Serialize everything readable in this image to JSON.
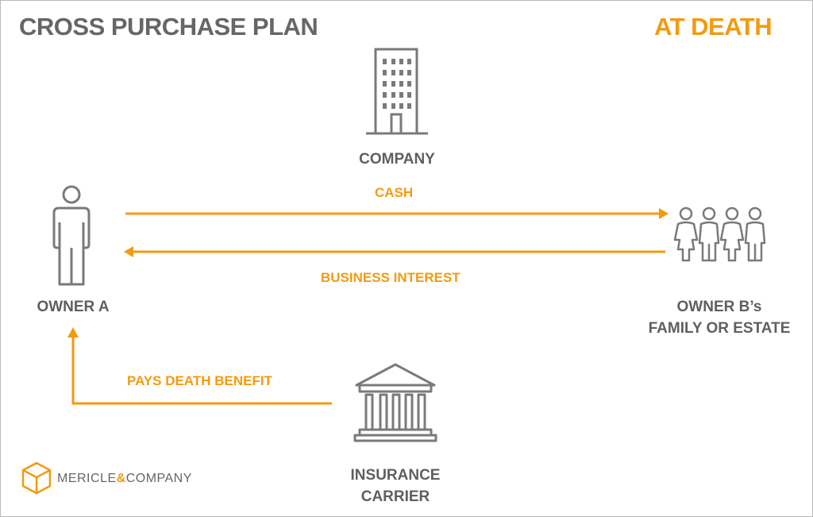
{
  "header": {
    "title": "CROSS PURCHASE PLAN",
    "subtitle": "AT DEATH"
  },
  "nodes": {
    "company": {
      "label": "COMPANY",
      "icon": "building-icon"
    },
    "owner_a": {
      "label": "OWNER A",
      "icon": "person-icon"
    },
    "owner_b_line1": "OWNER B’s",
    "owner_b_line2": "FAMILY OR ESTATE",
    "owner_b_icon": "family-icon",
    "insurance_line1": "INSURANCE",
    "insurance_line2": "CARRIER",
    "insurance_icon": "bank-icon"
  },
  "flows": {
    "cash": "CASH",
    "business_interest": "BUSINESS INTEREST",
    "death_benefit": "PAYS DEATH BENEFIT"
  },
  "logo": {
    "name_part1": "MERICLE",
    "amp": "&",
    "name_part2": "COMPANY",
    "icon": "cube-logo-icon"
  },
  "colors": {
    "accent": "#f39a11",
    "text_gray": "#5f5f5f",
    "icon_gray": "#7a7a7a"
  }
}
